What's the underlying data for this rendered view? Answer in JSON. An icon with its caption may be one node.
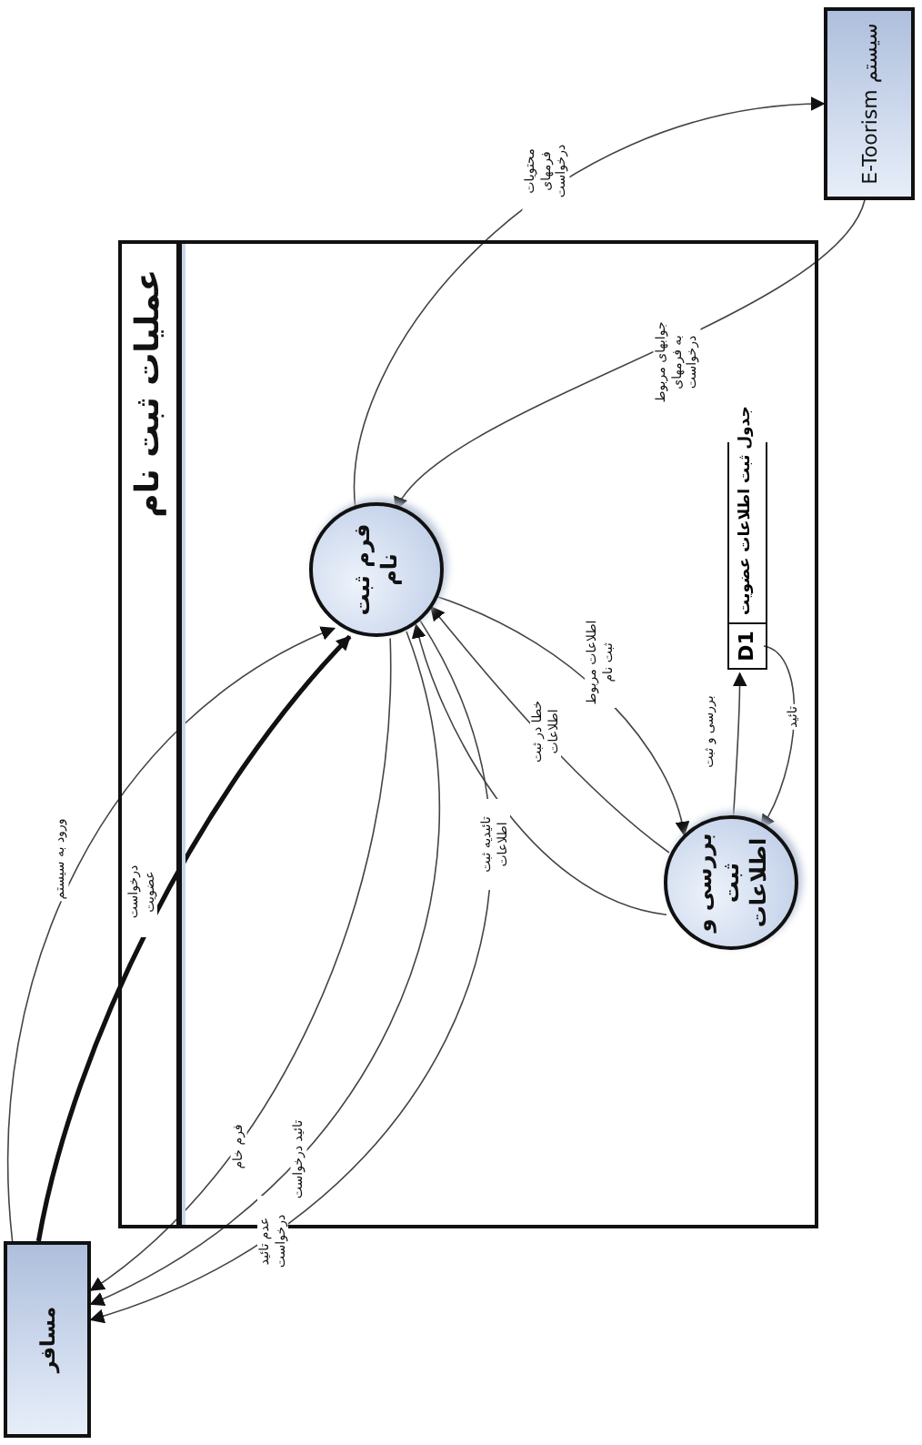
{
  "diagram": {
    "nodes": [
      {
        "text": [
          "عملیات ثبت نام"
        ]
      },
      {
        "text": [
          "فرم ثبت نام"
        ],
        "in": 0
      },
      {
        "text": [
          "بررسی و ثبت اطلاعات"
        ],
        "in": 0
      },
      {
        "text": [
          "D1",
          "جدول ثبت اطلاعات عضویت"
        ],
        "in": 0
      },
      {
        "text": [
          "مسافر"
        ]
      },
      {
        "text": [
          "سیستم E-Toorism"
        ]
      }
    ],
    "edges": [
      {
        "from": 1,
        "to": 5,
        "arrow": "to",
        "label": "محتویات فرمهای درخواست"
      },
      {
        "from": 5,
        "to": 1,
        "arrow": "to",
        "label": "جوابهای مربوط به فرمهای درخواست"
      },
      {
        "from": 1,
        "to": 2,
        "arrow": "to",
        "label": "اطلاعات مربوط ثبت نام"
      },
      {
        "from": 2,
        "to": 1,
        "arrow": "to",
        "label": "خطا در ثبت اطلاعات"
      },
      {
        "from": 2,
        "to": 1,
        "arrow": "to",
        "label": "تائیدیه ثبت اطلاعات"
      },
      {
        "from": 2,
        "to": 3,
        "arrow": "to",
        "label": "بررسی و ثبت"
      },
      {
        "from": 3,
        "to": 2,
        "arrow": "to",
        "label": "تائید"
      },
      {
        "from": 4,
        "to": 1,
        "arrow": "to",
        "label": "درخواست عضویت",
        "style": "thick"
      },
      {
        "from": 4,
        "to": 1,
        "arrow": "to",
        "label": "ورود به سیستم"
      },
      {
        "from": 1,
        "to": 4,
        "arrow": "to",
        "label": "فرم خام"
      },
      {
        "from": 1,
        "to": 4,
        "arrow": "to",
        "label": "تائید درخواست"
      },
      {
        "from": 1,
        "to": 4,
        "arrow": "to",
        "label": "عدم تائید درخواست"
      }
    ]
  }
}
